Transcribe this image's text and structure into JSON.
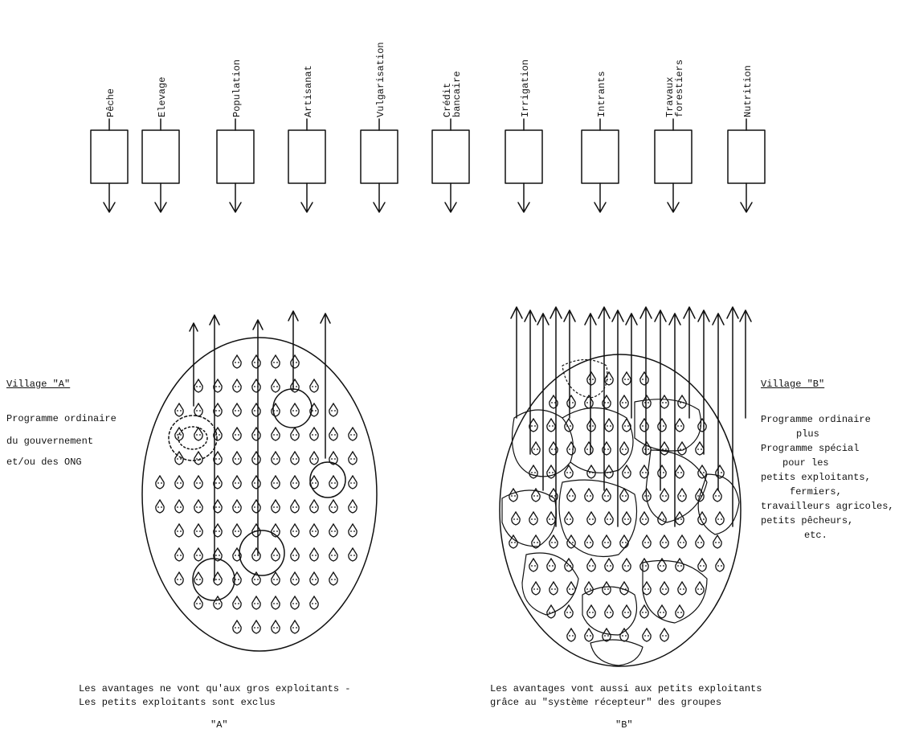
{
  "sectors": [
    {
      "label": "Pêche"
    },
    {
      "label": "Elevage"
    },
    {
      "label": "Population"
    },
    {
      "label": "Artisanat"
    },
    {
      "label": "Vulgarisation"
    },
    {
      "label": "Crédit bancaire"
    },
    {
      "label": "Irrigation"
    },
    {
      "label": "Intrants"
    },
    {
      "label": "Travaux forestiers"
    },
    {
      "label": "Nutrition"
    }
  ],
  "village_a": {
    "title": "Village \"A\"",
    "desc_1": "Programme ordinaire",
    "desc_2": "du gouvernement",
    "desc_3": "et/ou des ONG",
    "caption_1": "Les avantages ne vont qu'aux gros exploitants -",
    "caption_2": "Les petits exploitants sont exclus",
    "mark": "\"A\""
  },
  "village_b": {
    "title": "Village \"B\"",
    "desc_1": "Programme ordinaire",
    "desc_2": "plus",
    "desc_3": "Programme spécial",
    "desc_4": "pour les",
    "desc_5": "petits exploitants,",
    "desc_6": "fermiers,",
    "desc_7": "travailleurs agricoles,",
    "desc_8": "petits pêcheurs,",
    "desc_9": "etc.",
    "caption_1": "Les avantages vont aussi aux petits exploitants",
    "caption_2": "grâce au \"système récepteur\" des groupes",
    "mark": "\"B\""
  }
}
